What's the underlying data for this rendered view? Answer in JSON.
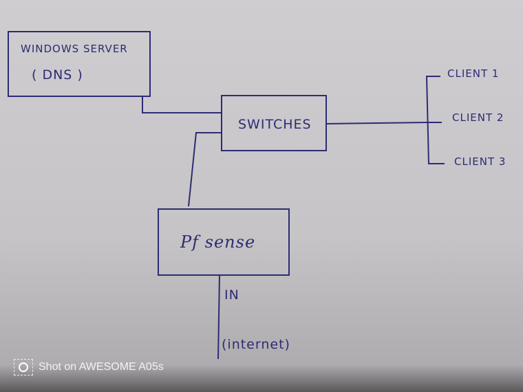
{
  "nodes": {
    "windows_server": {
      "line1": "WINDOWS SERVER",
      "line2": "( DNS )"
    },
    "switches": {
      "label": "SWITCHES"
    },
    "pfsense": {
      "label": "Pf sense"
    },
    "clients": [
      {
        "label": "CLIENT 1"
      },
      {
        "label": "CLIENT 2"
      },
      {
        "label": "CLIENT 3"
      }
    ],
    "internet": {
      "in_label": "IN",
      "label": "(internet)"
    }
  },
  "watermark": {
    "text": "Shot on AWESOME A05s"
  },
  "colors": {
    "ink": "#2d2b72",
    "paper": "#cbc9cc"
  }
}
